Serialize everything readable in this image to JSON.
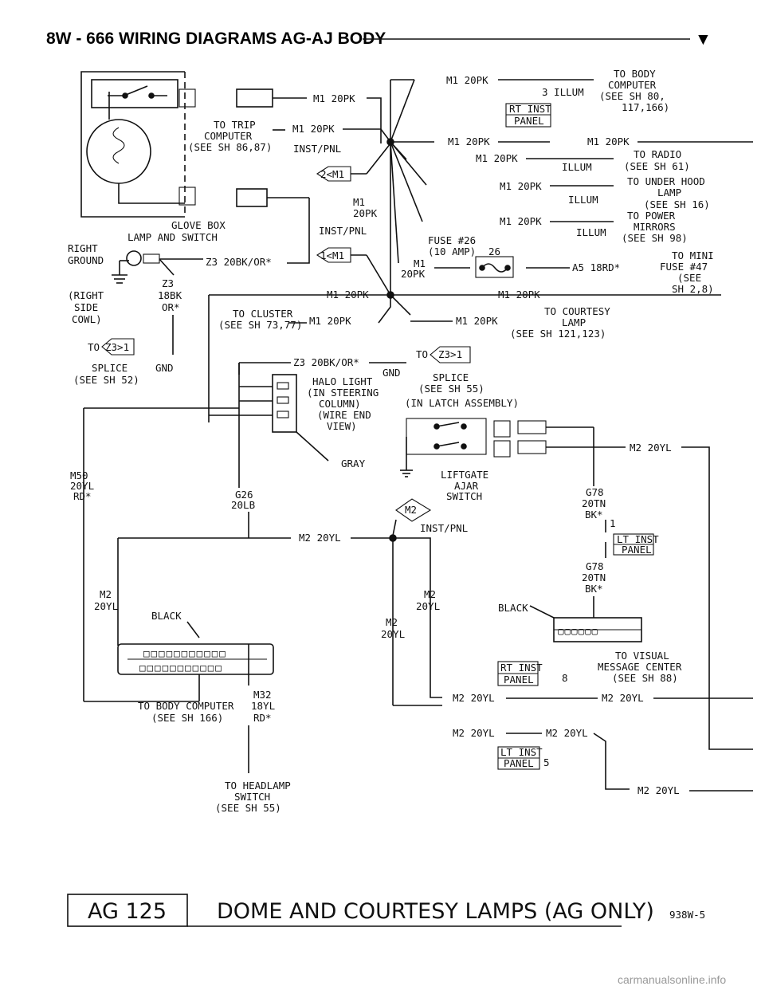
{
  "header": {
    "title": "8W - 666   WIRING DIAGRAMS AG-AJ BODY",
    "marker": "▼"
  },
  "footer": {
    "code": "AG 125",
    "title": "DOME AND COURTESY LAMPS (AG ONLY)",
    "ref": "938W-5"
  },
  "watermark": "carmanualsonline.info",
  "labels": {
    "m1_20pk_a": "M1 20PK",
    "to_trip": "TO TRIP",
    "computer": "COMPUTER",
    "see_86": "(SEE SH 86,87)",
    "m1_20pk_b": "M1 20PK",
    "inst_pnl_a": "INST/PNL",
    "inst_pnl_b": "INST/PNL",
    "conn_2m1": "2<M1",
    "conn_1m1": "1<M1",
    "m1_vert": "M1",
    "pk_vert": "20PK",
    "glove_box": "GLOVE BOX",
    "lamp_switch": "LAMP AND SWITCH",
    "right": "RIGHT",
    "ground": "GROUND",
    "z3_20bk": "Z3 20BK/OR*",
    "z3": "Z3",
    "18bk": "18BK",
    "or": "OR*",
    "right_side": "(RIGHT",
    "side": "SIDE",
    "cowl": "COWL)",
    "to_z31": "TO",
    "z31": "Z3>1",
    "splice_l": "SPLICE",
    "gnd_l": "GND",
    "see_52": "(SEE SH 52)",
    "m1_20pk_mid": "M1 20PK",
    "to_cluster": "TO CLUSTER",
    "see_73": "(SEE SH 73,77)",
    "m1_20pk_c": "M1 20PK",
    "m1_20pk_top": "M1 20PK",
    "illum3": "3  ILLUM",
    "to_body": "TO BODY",
    "body_comp": "COMPUTER",
    "see_80": "(SEE SH 80,",
    "see_117": "117,166)",
    "rt_inst": "RT INST",
    "panel_a": "PANEL",
    "m1_r1": "M1 20PK",
    "m1_r1b": "M1 20PK",
    "m1_r2": "M1 20PK",
    "illum_r2": "ILLUM",
    "to_radio": "TO RADIO",
    "see_61": "(SEE SH 61)",
    "m1_r3": "M1 20PK",
    "illum_r3": "ILLUM",
    "to_under": "TO UNDER HOOD",
    "lamp_r3": "LAMP",
    "see_16": "(SEE SH 16)",
    "m1_r4": "M1 20PK",
    "illum_r4": "ILLUM",
    "to_power": "TO POWER",
    "mirrors": "MIRRORS",
    "see_98": "(SEE SH 98)",
    "fuse26": "FUSE #26",
    "amp10": "(10 AMP)",
    "m1_f": "M1",
    "pk_f": "20PK",
    "fuse_no": "26",
    "a5": "A5 18RD*",
    "to_mini": "TO MINI",
    "fuse47": "FUSE #47",
    "see_f": "(SEE",
    "sh28": "SH 2,8)",
    "m1_r5": "M1 20PK",
    "m1_r6": "M1 20PK",
    "to_courtesy": "TO COURTESY",
    "lamp_c": "LAMP",
    "see_121": "(SEE SH 121,123)",
    "z3_halo": "Z3 20BK/OR*",
    "to_h": "TO",
    "z31_h": "Z3>1",
    "gnd_h": "GND",
    "splice_h": "SPLICE",
    "see_55a": "(SEE SH 55)",
    "halo": "HALO LIGHT",
    "steering": "(IN STEERING",
    "column": "COLUMN)",
    "wire_end": "(WIRE END",
    "view": "VIEW)",
    "gray": "GRAY",
    "latch": "(IN LATCH ASSEMBLY)",
    "m2_r": "M2 20YL",
    "liftgate": "LIFTGATE",
    "ajar": "AJAR",
    "switch": "SWITCH",
    "m50": "M50",
    "yl20": "20YL",
    "rd": "RD*",
    "g26": "G26",
    "lb20": "20LB",
    "m2_mid": "M2 20YL",
    "conn_m2": "M2",
    "inst_pnl_c": "INST/PNL",
    "g78a": "G78",
    "tn20a": "20TN",
    "bka": "BK*",
    "pin1": "1",
    "lt_inst": "LT INST",
    "panel_b": "PANEL",
    "g78b": "G78",
    "tn20b": "20TN",
    "bkb": "BK*",
    "m2_l": "M2",
    "yl_l": "20YL",
    "black_l": "BLACK",
    "m2_c1": "M2",
    "yl_c1": "20YL",
    "m2_c2": "M2",
    "yl_c2": "20YL",
    "black_r": "BLACK",
    "to_visual": "TO VISUAL",
    "msg_center": "MESSAGE CENTER",
    "see_88": "(SEE SH 88)",
    "rt_inst2": "RT INST",
    "panel_c": "PANEL",
    "pin8": "8",
    "m2_b1": "M2 20YL",
    "m2_b1r": "M2 20YL",
    "m2_b2": "M2 20YL",
    "m2_b2r": "M2 20YL",
    "lt_inst2": "LT INST",
    "panel_d": "PANEL",
    "pin5": "5",
    "m2_b3": "M2 20YL",
    "to_body2": "TO BODY COMPUTER",
    "see_166": "(SEE SH 166)",
    "m32": "M32",
    "yl18": "18YL",
    "rd2": "RD*",
    "to_headlamp": "TO HEADLAMP",
    "switch_h": "SWITCH",
    "see_55b": "(SEE SH 55)"
  }
}
